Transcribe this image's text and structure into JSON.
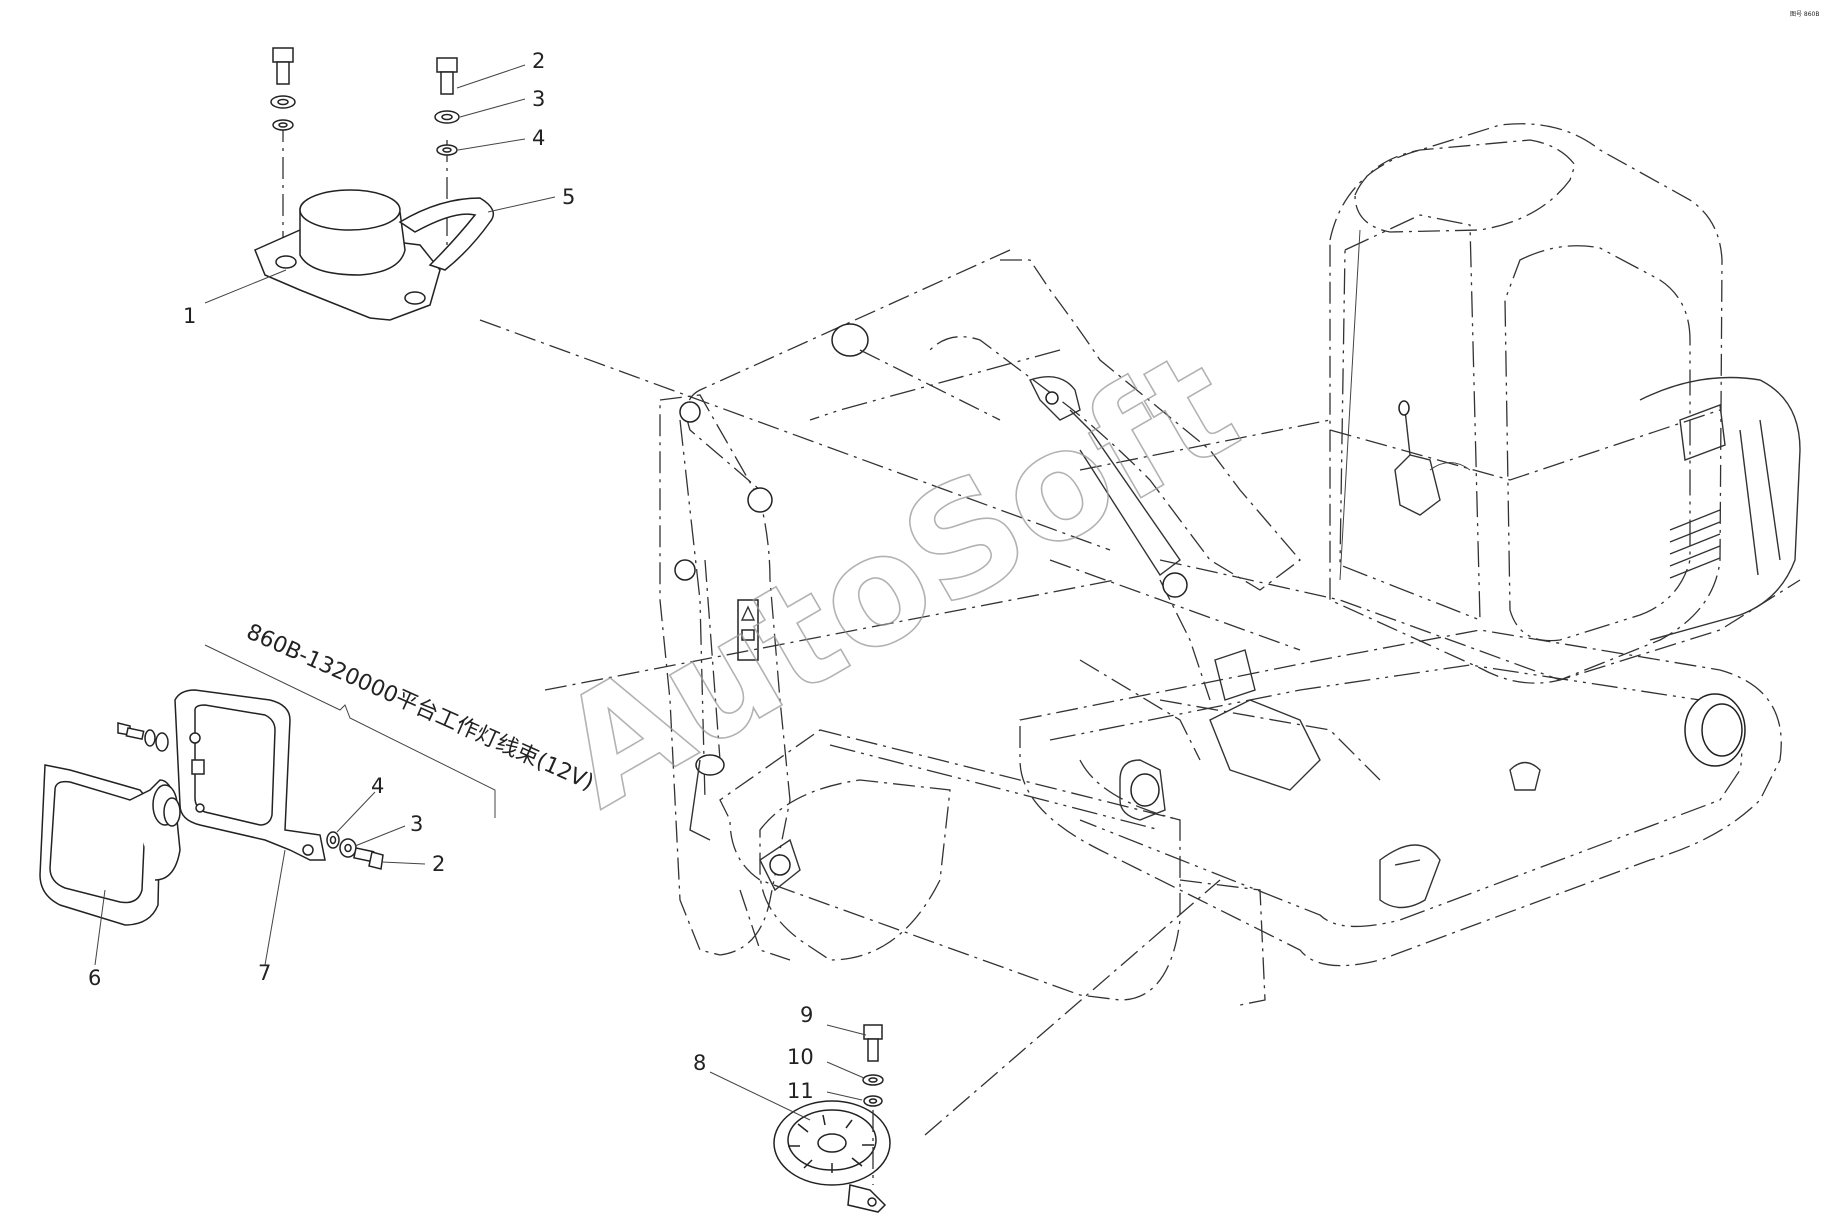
{
  "diagram": {
    "assembly_label": "860B-1320000平台工作灯线束(12V)",
    "watermark": "AutoSoft",
    "callouts": [
      "1",
      "2",
      "3",
      "4",
      "5",
      "2",
      "3",
      "4",
      "6",
      "7",
      "8",
      "9",
      "10",
      "11"
    ],
    "corner_mark": "图号 860B"
  }
}
